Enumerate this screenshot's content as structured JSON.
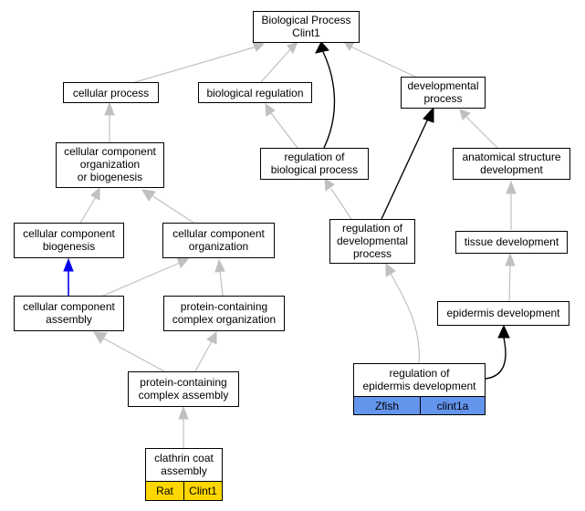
{
  "nodes": {
    "bp_clint1": {
      "lines": [
        "Biological Process",
        "Clint1"
      ]
    },
    "cellular_process": {
      "lines": [
        "cellular process"
      ]
    },
    "biological_regulation": {
      "lines": [
        "biological regulation"
      ]
    },
    "developmental_process": {
      "lines": [
        "developmental",
        "process"
      ]
    },
    "ccob": {
      "lines": [
        "cellular component",
        "organization",
        "or biogenesis"
      ]
    },
    "reg_bio_process": {
      "lines": [
        "regulation of",
        "biological process"
      ]
    },
    "anat_struct_dev": {
      "lines": [
        "anatomical structure",
        "development"
      ]
    },
    "cc_biogenesis": {
      "lines": [
        "cellular component",
        "biogenesis"
      ]
    },
    "cc_organization": {
      "lines": [
        "cellular component",
        "organization"
      ]
    },
    "reg_dev_process": {
      "lines": [
        "regulation of",
        "developmental",
        "process"
      ]
    },
    "tissue_dev": {
      "lines": [
        "tissue development"
      ]
    },
    "cc_assembly": {
      "lines": [
        "cellular component",
        "assembly"
      ]
    },
    "pcc_organization": {
      "lines": [
        "protein-containing",
        "complex organization"
      ]
    },
    "epidermis_dev": {
      "lines": [
        "epidermis development"
      ]
    },
    "pcc_assembly": {
      "lines": [
        "protein-containing",
        "complex assembly"
      ]
    },
    "reg_epidermis_dev": {
      "lines": [
        "regulation of",
        "epidermis development"
      ],
      "tags": [
        "Zfish",
        "clint1a"
      ]
    },
    "clathrin_coat": {
      "lines": [
        "clathrin coat",
        "assembly"
      ],
      "tags": [
        "Rat",
        "Clint1"
      ]
    }
  },
  "colors": {
    "zfish_tag": "#6495ed",
    "rat_tag": "#ffd700",
    "edge_gray": "#c0c0c0",
    "edge_black": "#000000",
    "edge_blue": "#0000ee"
  }
}
